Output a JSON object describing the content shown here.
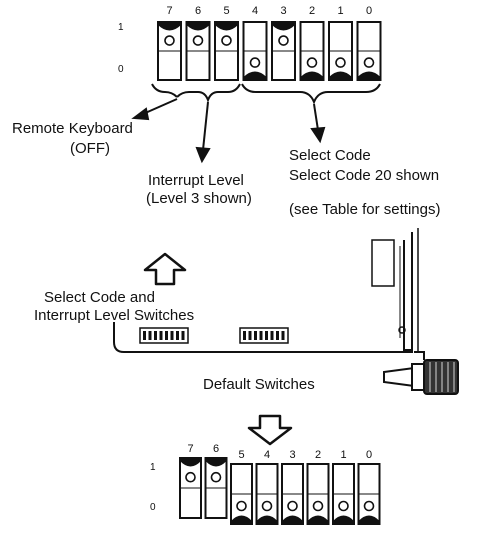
{
  "top_switch_bank": {
    "position_labels": [
      "1",
      "0"
    ],
    "switch_numbers": [
      "7",
      "6",
      "5",
      "4",
      "3",
      "2",
      "1",
      "0"
    ],
    "switch_states": [
      1,
      1,
      1,
      0,
      1,
      0,
      0,
      0
    ]
  },
  "callouts": {
    "remote_keyboard": {
      "line1": "Remote Keyboard",
      "line2": "(OFF)"
    },
    "interrupt_level": {
      "line1": "Interrupt Level",
      "line2": "(Level 3 shown)"
    },
    "select_code": {
      "line1": "Select Code",
      "line2": "Select Code 20 shown",
      "line3": "(see Table for settings)"
    }
  },
  "board": {
    "switches_label_line1": "Select Code and",
    "switches_label_line2": "Interrupt Level Switches",
    "default_label": "Default Switches"
  },
  "bottom_switch_bank": {
    "position_labels": [
      "1",
      "0"
    ],
    "switch_numbers": [
      "7",
      "6",
      "5",
      "4",
      "3",
      "2",
      "1",
      "0"
    ],
    "switch_states": [
      1,
      1,
      0,
      0,
      0,
      0,
      0,
      0
    ]
  }
}
